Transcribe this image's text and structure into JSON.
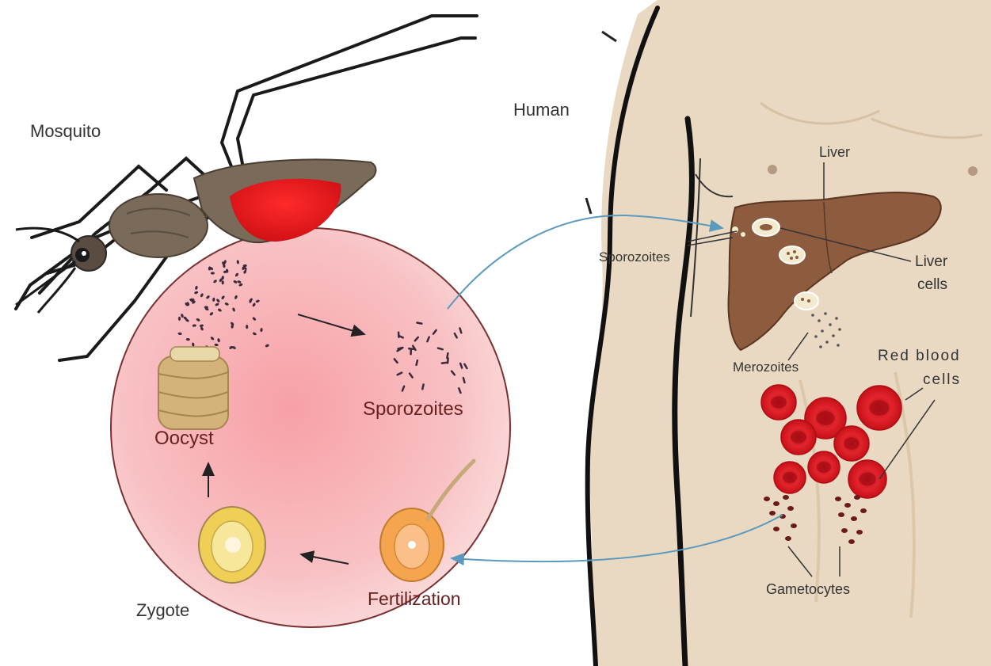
{
  "labels": {
    "mosquito": "Mosquito",
    "human": "Human",
    "liver": "Liver",
    "sporozoites_liver": "Sporozoites",
    "liver_cells_1": "Liver",
    "liver_cells_2": "cells",
    "merozoites": "Merozoites",
    "red_blood_cells_1": "Red blood",
    "red_blood_cells_2": "cells",
    "gametocytes": "Gametocytes",
    "sporozoites_mosquito": "Sporozoites",
    "oocyst": "Oocyst",
    "zygote": "Zygote",
    "fertilization": "Fertilization"
  },
  "colors": {
    "skin": "#ead9c2",
    "liver": "#8d5b3d",
    "circle_center": "#f7a5aa",
    "circle_edge": "#fbd8d8",
    "blood": "#d9161b",
    "arrow_blue": "#5a9bbd",
    "mosquito_body": "#7a6a5a"
  }
}
